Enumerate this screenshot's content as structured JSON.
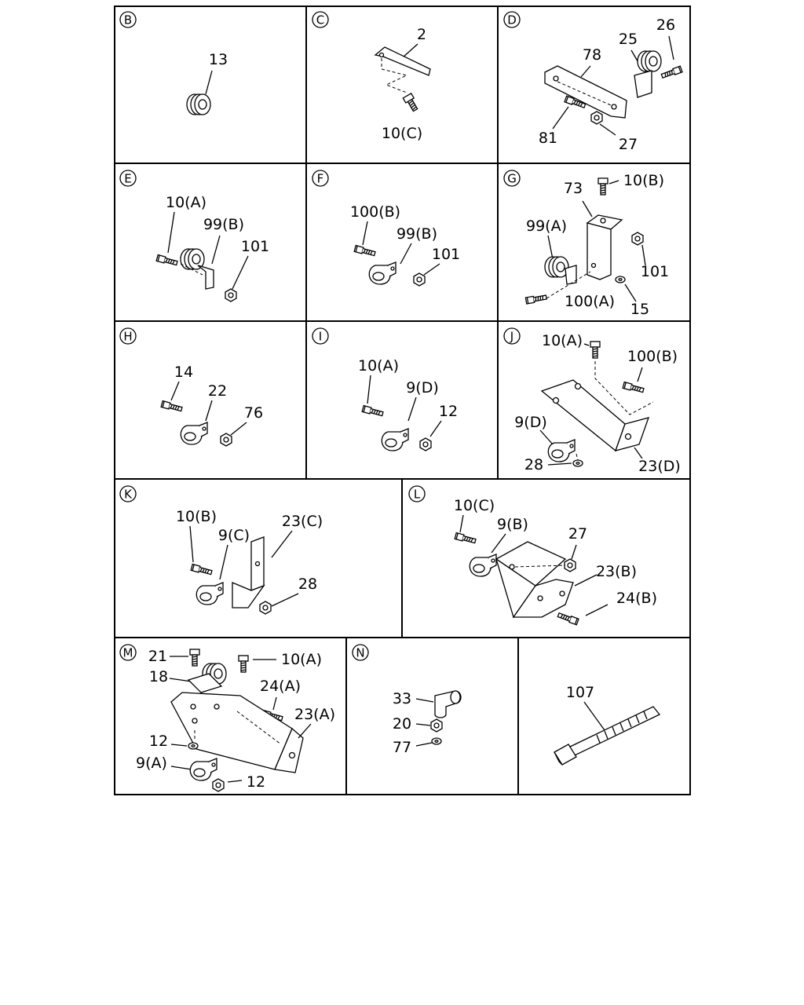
{
  "panels": [
    {
      "letter": "B",
      "labels": [
        "13"
      ]
    },
    {
      "letter": "C",
      "labels": [
        "2",
        "10(C)"
      ]
    },
    {
      "letter": "D",
      "labels": [
        "26",
        "25",
        "78",
        "81",
        "27"
      ]
    },
    {
      "letter": "E",
      "labels": [
        "10(A)",
        "99(B)",
        "101"
      ]
    },
    {
      "letter": "F",
      "labels": [
        "100(B)",
        "99(B)",
        "101"
      ]
    },
    {
      "letter": "G",
      "labels": [
        "10(B)",
        "73",
        "99(A)",
        "101",
        "100(A)",
        "15"
      ]
    },
    {
      "letter": "H",
      "labels": [
        "14",
        "22",
        "76"
      ]
    },
    {
      "letter": "I",
      "labels": [
        "10(A)",
        "9(D)",
        "12"
      ]
    },
    {
      "letter": "J",
      "labels": [
        "10(A)",
        "100(B)",
        "9(D)",
        "28",
        "23(D)"
      ]
    },
    {
      "letter": "K",
      "labels": [
        "10(B)",
        "9(C)",
        "23(C)",
        "28"
      ]
    },
    {
      "letter": "L",
      "labels": [
        "10(C)",
        "9(B)",
        "27",
        "23(B)",
        "24(B)"
      ]
    },
    {
      "letter": "M",
      "labels": [
        "21",
        "10(A)",
        "18",
        "24(A)",
        "23(A)",
        "12",
        "9(A)",
        "12"
      ]
    },
    {
      "letter": "N",
      "labels": [
        "33",
        "20",
        "77"
      ]
    },
    {
      "letter": "",
      "labels": [
        "107"
      ]
    }
  ]
}
